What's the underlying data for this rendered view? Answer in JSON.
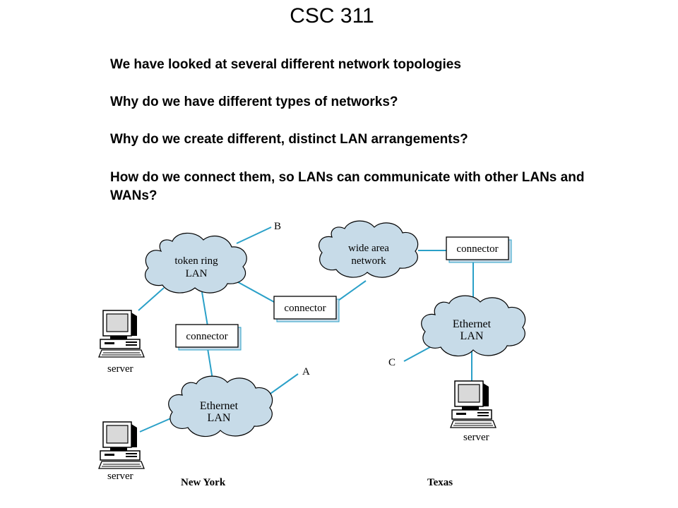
{
  "title": "CSC 311",
  "bullets": [
    "We have looked at several different network topologies",
    "Why do we have different types of networks?",
    "Why do we create different, distinct LAN arrangements?",
    "How do we connect them, so LANs can communicate with other LANs and WANs?"
  ],
  "diagram": {
    "clouds": {
      "token_ring": [
        "token ring",
        "LAN"
      ],
      "wan": [
        "wide area",
        "network"
      ],
      "ethernet_ny": [
        "Ethernet",
        "LAN"
      ],
      "ethernet_tx": [
        "Ethernet",
        "LAN"
      ]
    },
    "connectors": {
      "left": "connector",
      "middle": "connector",
      "right": "connector"
    },
    "nodes": {
      "a": "A",
      "b": "B",
      "c": "C"
    },
    "servers": {
      "ny_top": "server",
      "ny_bottom": "server",
      "tx": "server"
    },
    "sites": {
      "new_york": "New York",
      "texas": "Texas"
    }
  }
}
